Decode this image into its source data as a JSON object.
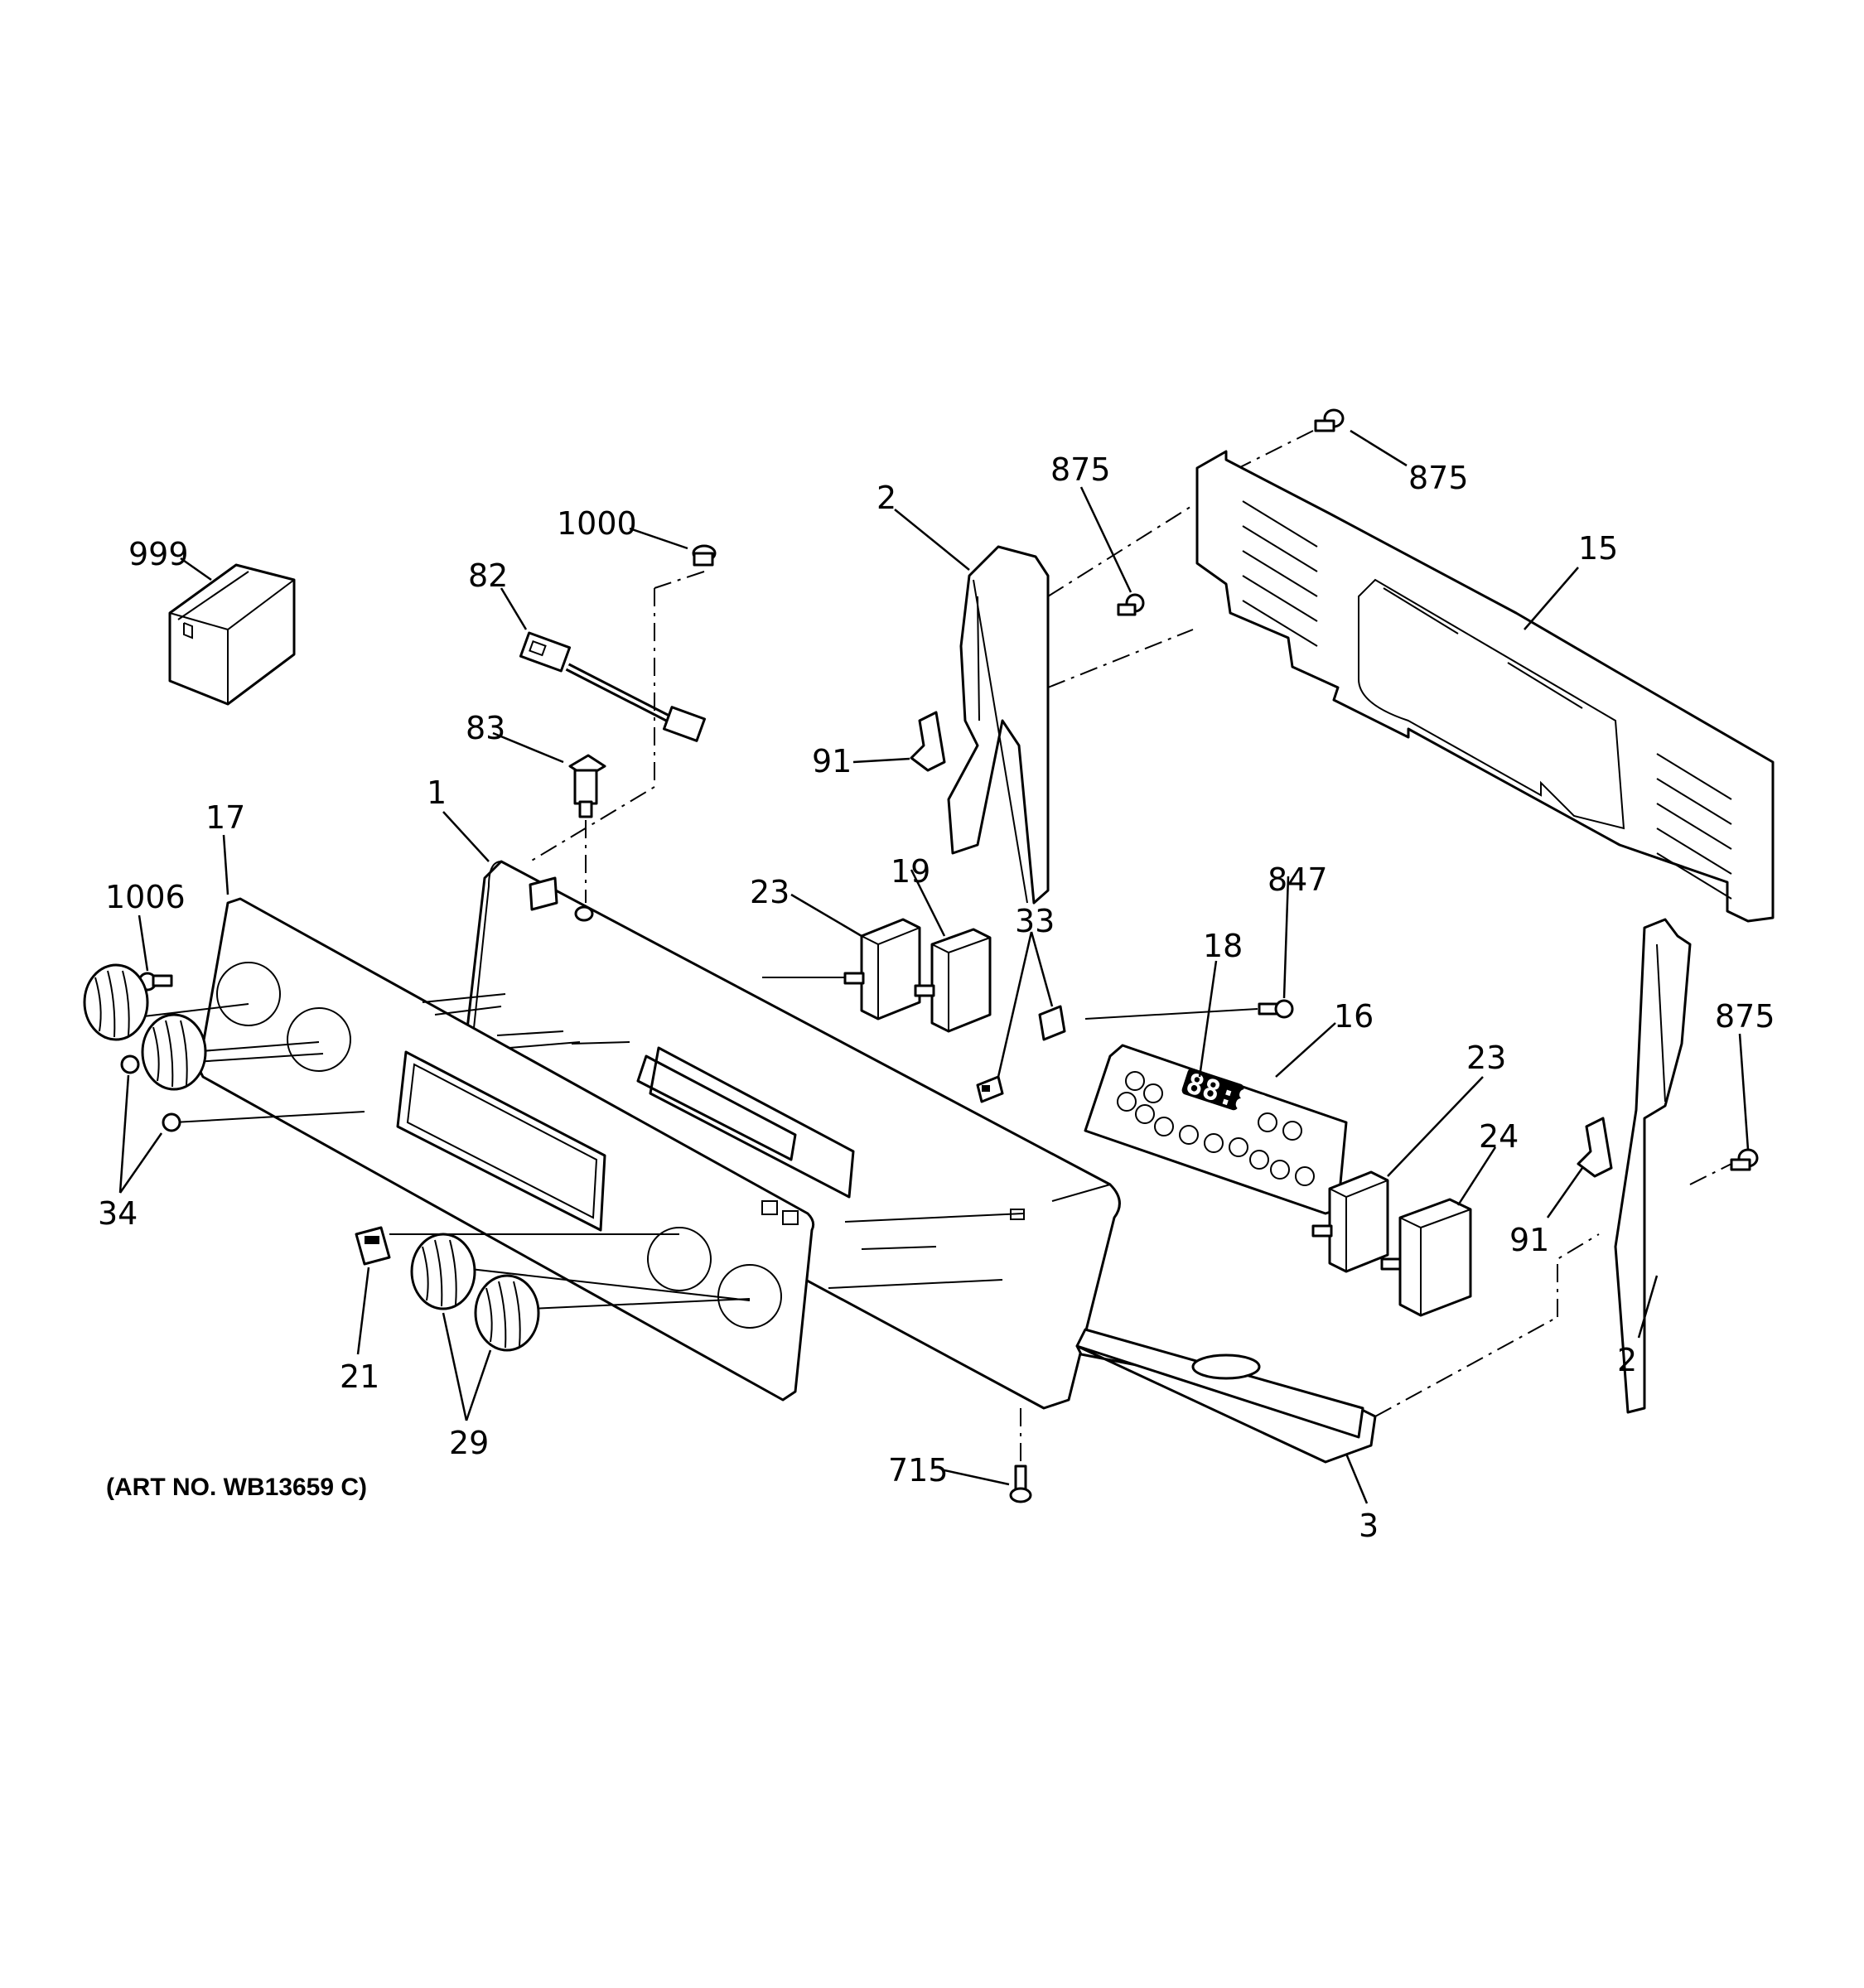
{
  "caption": "(ART NO. WB13659 C)",
  "display_digits": "88:88",
  "callouts": [
    {
      "id": "c-999",
      "label": "999"
    },
    {
      "id": "c-1000",
      "label": "1000"
    },
    {
      "id": "c-82",
      "label": "82"
    },
    {
      "id": "c-83",
      "label": "83"
    },
    {
      "id": "c-1",
      "label": "1"
    },
    {
      "id": "c-17",
      "label": "17"
    },
    {
      "id": "c-1006",
      "label": "1006"
    },
    {
      "id": "c-34",
      "label": "34"
    },
    {
      "id": "c-21",
      "label": "21"
    },
    {
      "id": "c-29",
      "label": "29"
    },
    {
      "id": "c-715",
      "label": "715"
    },
    {
      "id": "c-3",
      "label": "3"
    },
    {
      "id": "c-2-top",
      "label": "2"
    },
    {
      "id": "c-91-left",
      "label": "91"
    },
    {
      "id": "c-875-left",
      "label": "875"
    },
    {
      "id": "c-875-top",
      "label": "875"
    },
    {
      "id": "c-15",
      "label": "15"
    },
    {
      "id": "c-23-left",
      "label": "23"
    },
    {
      "id": "c-19",
      "label": "19"
    },
    {
      "id": "c-33",
      "label": "33"
    },
    {
      "id": "c-18",
      "label": "18"
    },
    {
      "id": "c-847",
      "label": "847"
    },
    {
      "id": "c-16",
      "label": "16"
    },
    {
      "id": "c-23-right",
      "label": "23"
    },
    {
      "id": "c-24",
      "label": "24"
    },
    {
      "id": "c-875-right",
      "label": "875"
    },
    {
      "id": "c-91-right",
      "label": "91"
    },
    {
      "id": "c-2-bottom",
      "label": "2"
    }
  ]
}
